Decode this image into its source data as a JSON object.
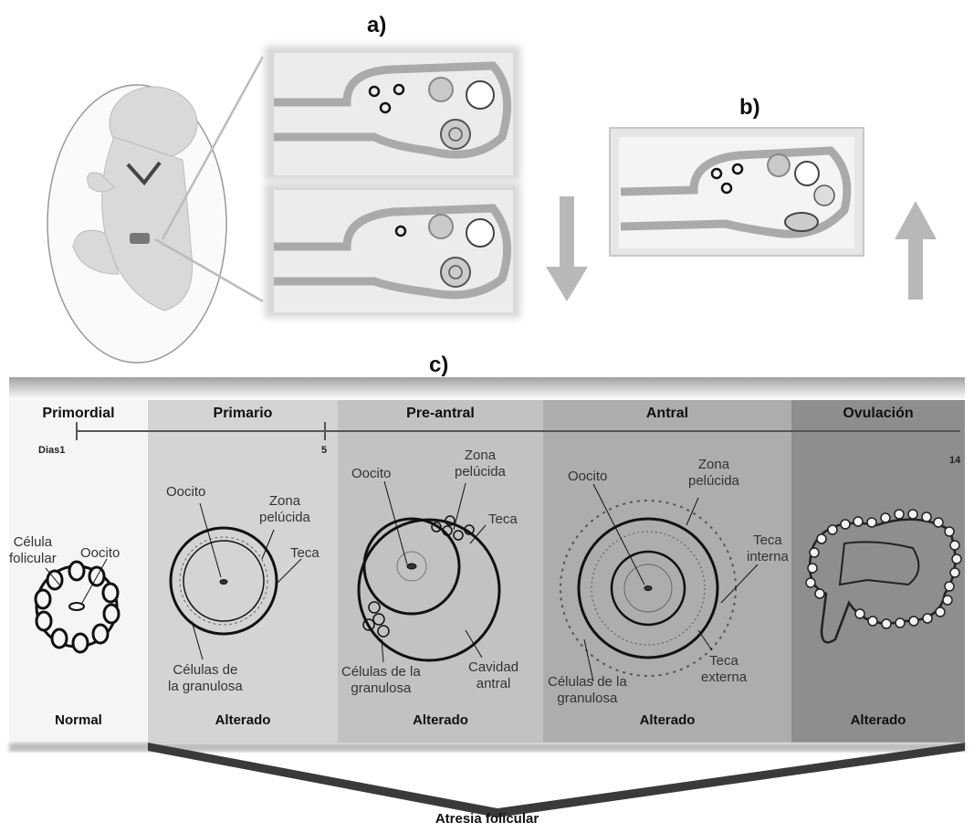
{
  "panels": {
    "a": "a)",
    "b": "b)",
    "c": "c)"
  },
  "timeline": {
    "tick_start": "Dias1",
    "tick_mid": "5",
    "tick_end": "14"
  },
  "stages": [
    {
      "name": "Primordial",
      "status": "Normal"
    },
    {
      "name": "Primario",
      "status": "Alterado"
    },
    {
      "name": "Pre-antral",
      "status": "Alterado"
    },
    {
      "name": "Antral",
      "status": "Alterado"
    },
    {
      "name": "Ovulación",
      "status": "Alterado"
    }
  ],
  "labels": {
    "primordial": {
      "celula_folicular": "Célula\nfolicular",
      "oocito": "Oocito"
    },
    "primario": {
      "oocito": "Oocito",
      "zona": "Zona\npelúcida",
      "teca": "Teca",
      "granulosa": "Células de\nla granulosa"
    },
    "preantral": {
      "oocito": "Oocito",
      "zona": "Zona\npelúcida",
      "teca": "Teca",
      "granulosa": "Células de la\ngranulosa",
      "cavidad": "Cavidad\nantral"
    },
    "antral": {
      "oocito": "Oocito",
      "zona": "Zona\npelúcida",
      "teca_interna": "Teca\ninterna",
      "teca_externa": "Teca\nexterna",
      "granulosa": "Células de la\ngranulosa"
    }
  },
  "footer": "Atresia folicular",
  "colors": {
    "stage_primordial": "#f4f4f4",
    "stage_primario": "#cccccc",
    "stage_preantral": "#bdbdbd",
    "stage_antral": "#a8a8a8",
    "stage_ovulacion": "#8a8a8a",
    "arrow_gray": "#b8b8b8"
  }
}
